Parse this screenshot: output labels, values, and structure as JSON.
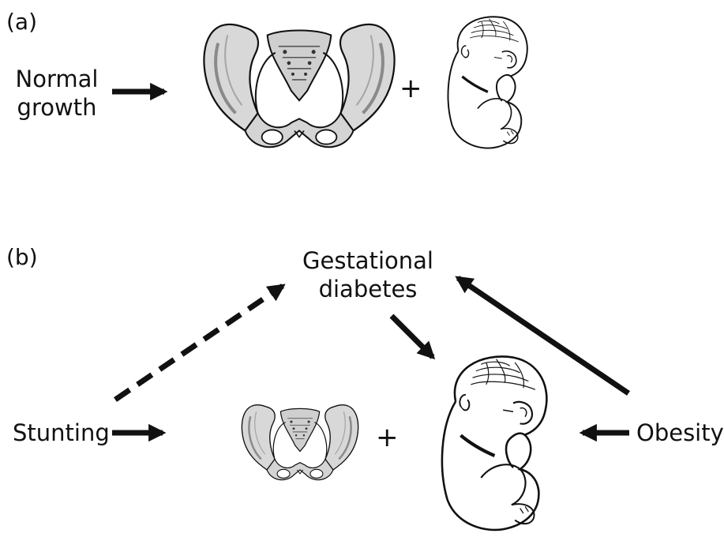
{
  "panel_a": {
    "label": "(a)",
    "input_line1": "Normal",
    "input_line2": "growth",
    "plus": "+"
  },
  "panel_b": {
    "label": "(b)",
    "top_line1": "Gestational",
    "top_line2": "diabetes",
    "left_input": "Stunting",
    "right_input": "Obesity",
    "plus": "+"
  },
  "colors": {
    "ink": "#111111",
    "bone_fill": "#dcdcdc",
    "bone_shadow": "#9a9a9a",
    "background": "#ffffff"
  },
  "icons": [
    "pelvis-icon",
    "fetus-icon",
    "arrow-icon",
    "dashed-arrow-icon"
  ]
}
